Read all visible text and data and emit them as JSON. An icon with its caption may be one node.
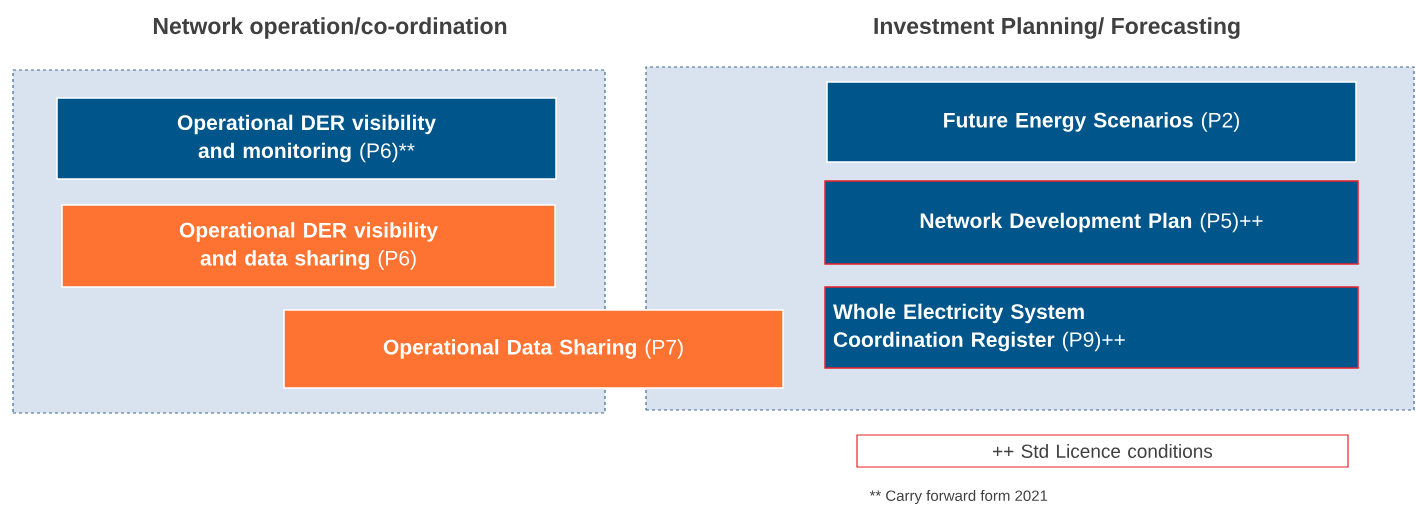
{
  "diagram": {
    "nodes": [
      {
        "text": [
          "Network operation/co-ordination"
        ]
      },
      {
        "text": [
          "**Operational DER visibility and monitoring** (P6)**"
        ],
        "in": 0
      },
      {
        "text": [
          "**Operational DER visibility and data sharing** (P6)"
        ],
        "in": 0
      },
      {
        "text": [
          "**Operational Data Sharing** (P7)"
        ]
      },
      {
        "text": [
          "Investment Planning/ Forecasting"
        ]
      },
      {
        "text": [
          "**Future Energy Scenarios** (P2)"
        ],
        "in": 4
      },
      {
        "text": [
          "**Network Development Plan** (P5)++"
        ],
        "in": 4
      },
      {
        "text": [
          "**Whole Electricity System Coordination Register** (P9)++"
        ],
        "in": 4
      },
      {
        "text": [
          "++ Std Licence conditions"
        ]
      }
    ],
    "labels": [
      "** Carry forward form 2021"
    ]
  }
}
